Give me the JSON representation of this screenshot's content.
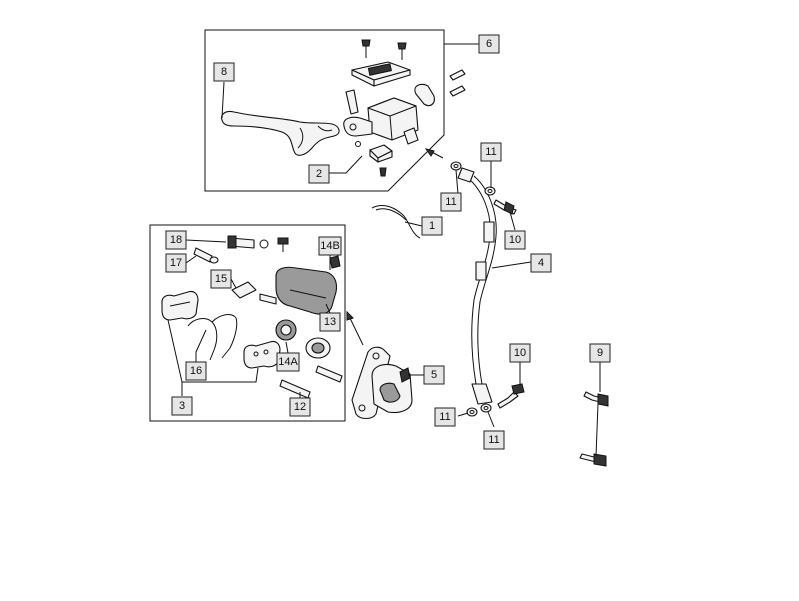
{
  "diagram": {
    "callouts": [
      {
        "id": "c1",
        "label": "1"
      },
      {
        "id": "c2",
        "label": "2"
      },
      {
        "id": "c3",
        "label": "3"
      },
      {
        "id": "c4",
        "label": "4"
      },
      {
        "id": "c5",
        "label": "5"
      },
      {
        "id": "c6",
        "label": "6"
      },
      {
        "id": "c8",
        "label": "8"
      },
      {
        "id": "c9",
        "label": "9"
      },
      {
        "id": "c10a",
        "label": "10"
      },
      {
        "id": "c10b",
        "label": "10"
      },
      {
        "id": "c11a",
        "label": "11"
      },
      {
        "id": "c11b",
        "label": "11"
      },
      {
        "id": "c11c",
        "label": "11"
      },
      {
        "id": "c11d",
        "label": "11"
      },
      {
        "id": "c12",
        "label": "12"
      },
      {
        "id": "c13",
        "label": "13"
      },
      {
        "id": "c14A",
        "label": "14A"
      },
      {
        "id": "c14B",
        "label": "14B"
      },
      {
        "id": "c15",
        "label": "15"
      },
      {
        "id": "c16",
        "label": "16"
      },
      {
        "id": "c17",
        "label": "17"
      },
      {
        "id": "c18",
        "label": "18"
      }
    ]
  }
}
